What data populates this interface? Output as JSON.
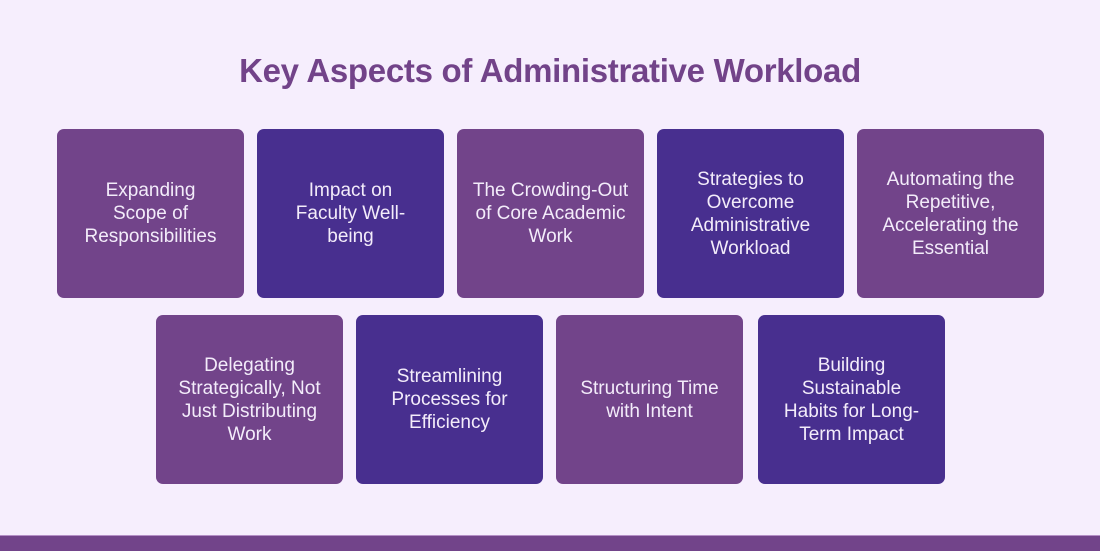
{
  "title": "Key Aspects of Administrative Workload",
  "colors": {
    "background": "#f6eefd",
    "title": "#724389",
    "card_purple": "#72448a",
    "card_indigo": "#482f8f",
    "card_text": "#f3ecfa",
    "bottom_bar": "#72448a"
  },
  "rows": [
    {
      "cards": [
        {
          "label": "Expanding Scope of Responsibilities",
          "color": "purple"
        },
        {
          "label": "Impact on Faculty Well-being",
          "color": "indigo"
        },
        {
          "label": "The Crowding-Out of Core Academic Work",
          "color": "purple"
        },
        {
          "label": "Strategies to Overcome Administrative Workload",
          "color": "indigo"
        },
        {
          "label": "Automating the Repetitive, Accelerating the Essential",
          "color": "purple"
        }
      ]
    },
    {
      "cards": [
        {
          "label": "Delegating Strategically, Not Just Distributing Work",
          "color": "purple"
        },
        {
          "label": "Streamlining Processes for Efficiency",
          "color": "indigo"
        },
        {
          "label": "Structuring Time with Intent",
          "color": "purple"
        },
        {
          "label": "Building Sustainable Habits for Long-Term Impact",
          "color": "indigo"
        }
      ]
    }
  ]
}
